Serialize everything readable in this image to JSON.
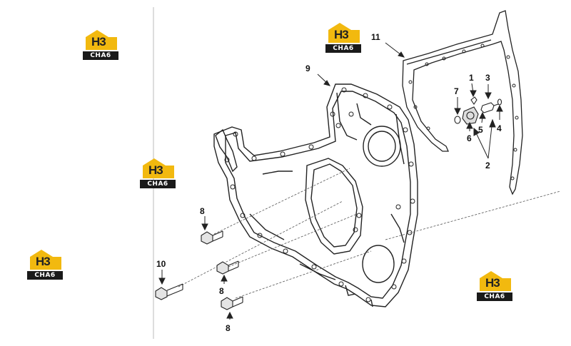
{
  "logo": {
    "brand_text": "H3",
    "sub_text": "CHA6",
    "accent_color": "#f2b90f"
  },
  "callouts": {
    "c1": "1",
    "c2": "2",
    "c3": "3",
    "c4": "4",
    "c5": "5",
    "c6": "6",
    "c7": "7",
    "c8a": "8",
    "c8b": "8",
    "c8c": "8",
    "c9": "9",
    "c10": "10",
    "c11": "11"
  }
}
